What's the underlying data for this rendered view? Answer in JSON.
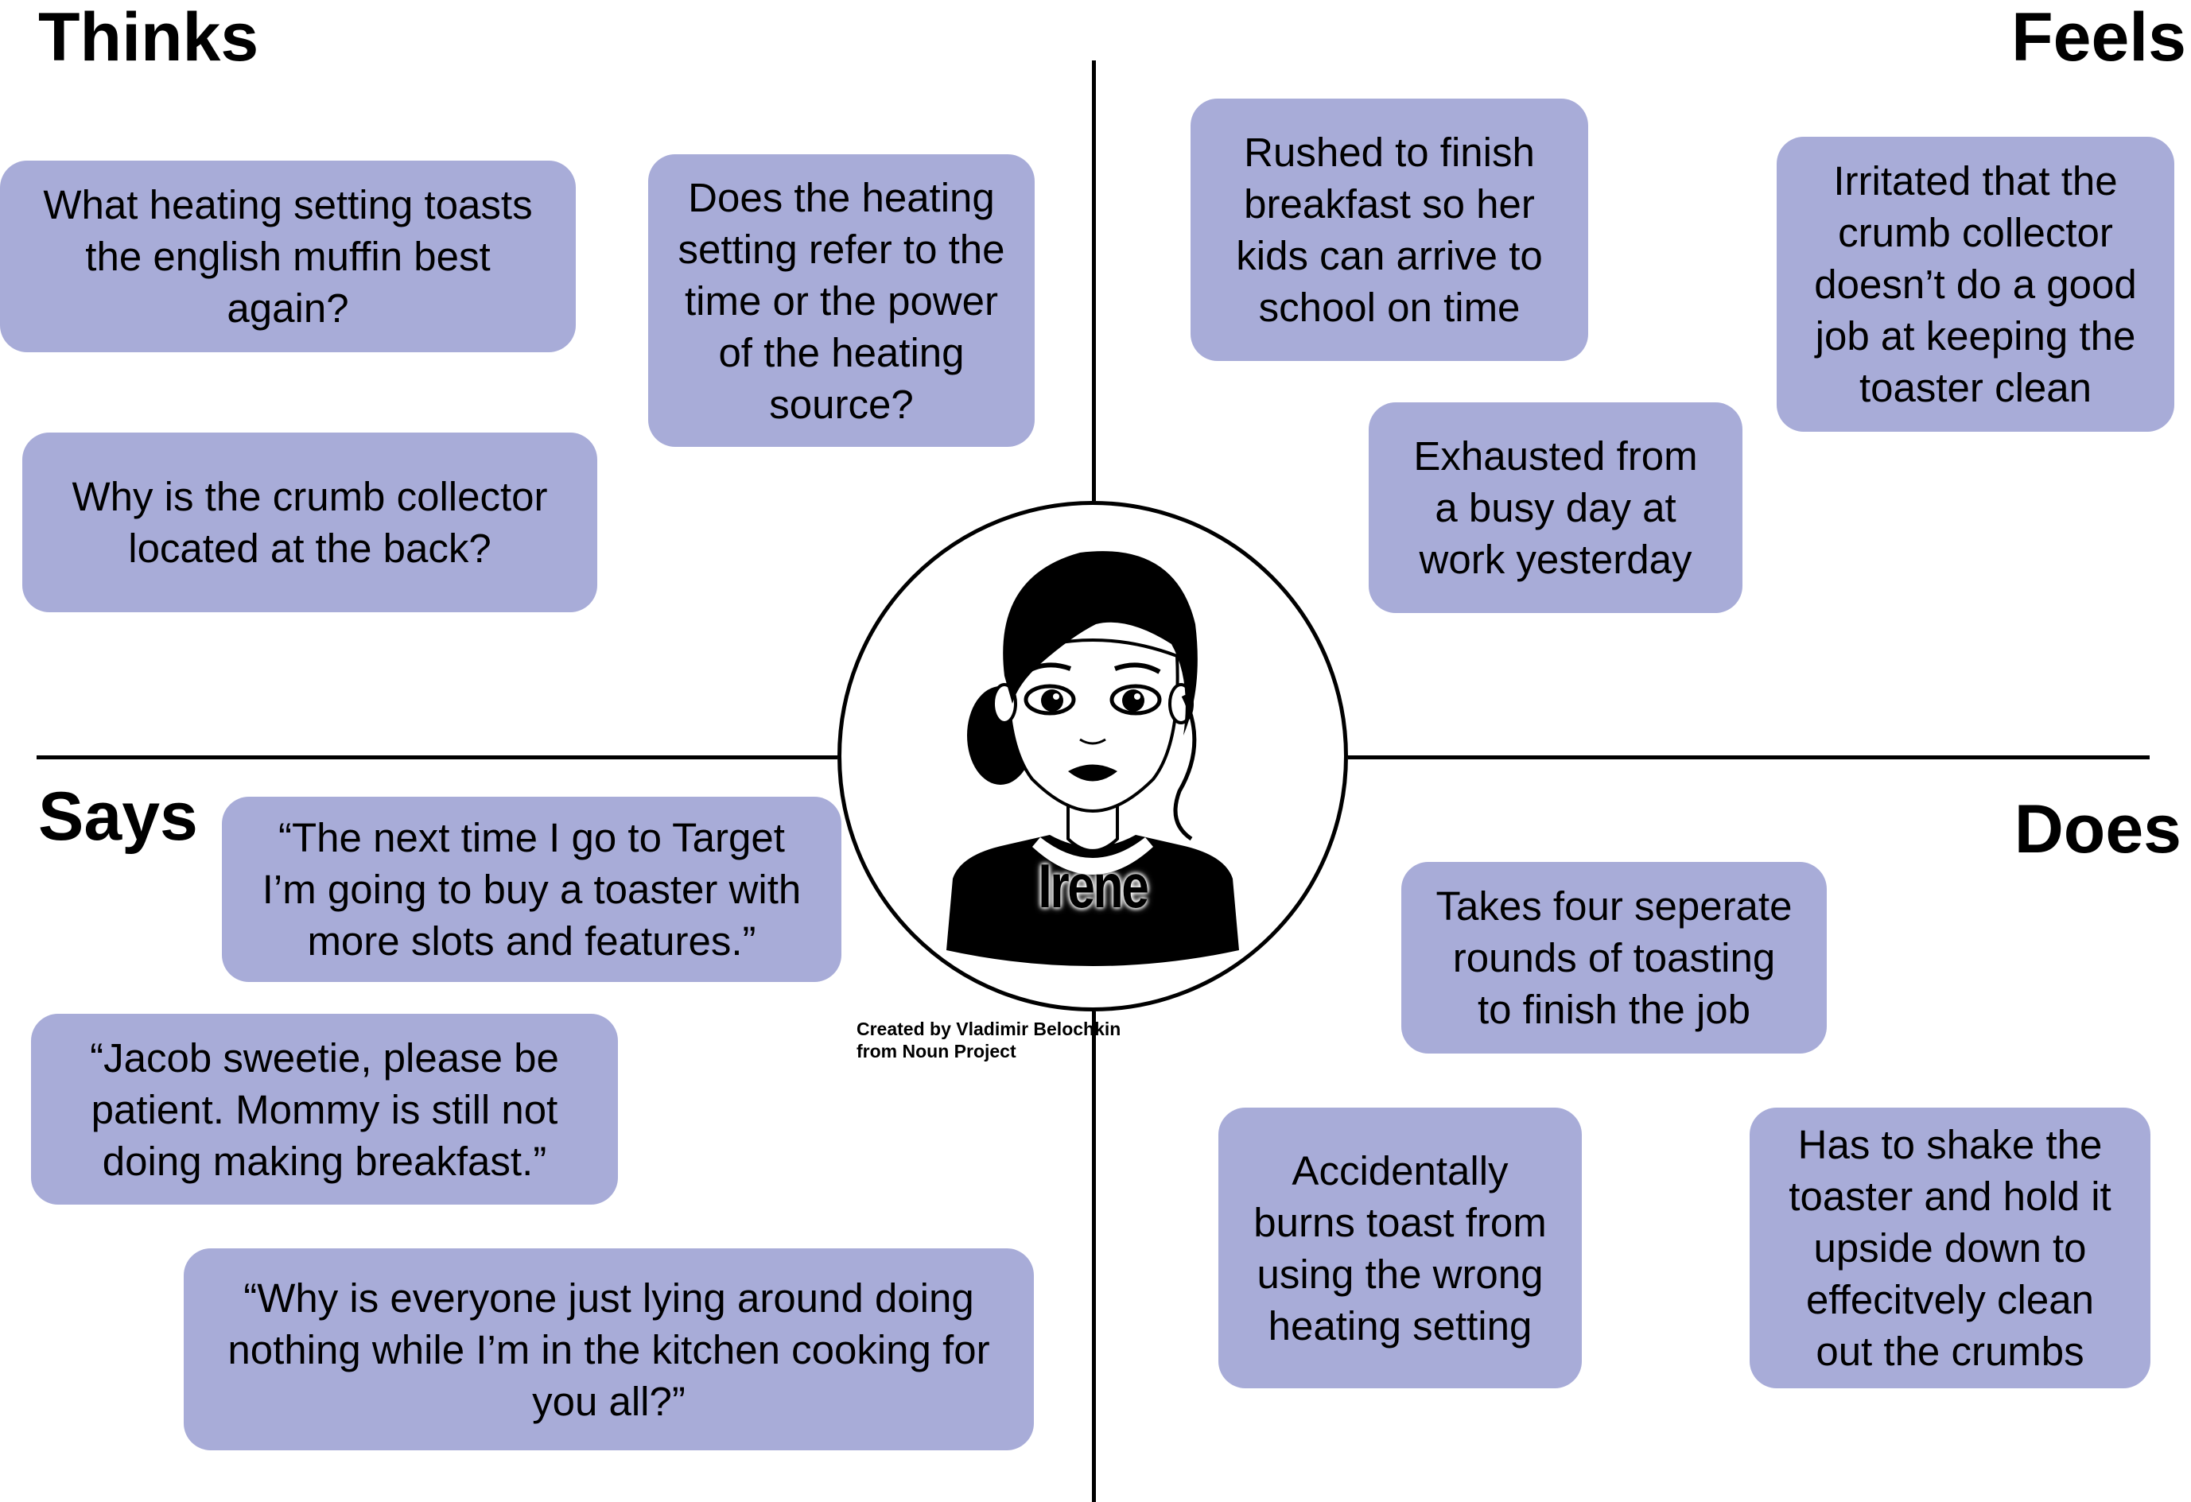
{
  "quadrants": {
    "thinks": {
      "title": "Thinks",
      "notes": [
        {
          "lines": [
            "What heating setting toasts",
            "the english muffin best",
            "again?"
          ]
        },
        {
          "lines": [
            "Does the heating",
            "setting refer to the",
            "time or the power",
            "of the heating",
            "source?"
          ]
        },
        {
          "lines": [
            "Why is the crumb collector",
            "located at the back?"
          ]
        }
      ]
    },
    "feels": {
      "title": "Feels",
      "notes": [
        {
          "lines": [
            "Rushed to finish",
            "breakfast so her",
            "kids can arrive to",
            "school on time"
          ]
        },
        {
          "lines": [
            "Irritated that the",
            "crumb collector",
            "doesn’t do a good",
            "job at keeping the",
            "toaster clean"
          ]
        },
        {
          "lines": [
            "Exhausted from",
            "a busy day at",
            "work yesterday"
          ]
        }
      ]
    },
    "says": {
      "title": "Says",
      "notes": [
        {
          "lines": [
            "“The next time I go to Target",
            "I’m going to buy a toaster with",
            "more slots and features.”"
          ]
        },
        {
          "lines": [
            "“Jacob sweetie, please be",
            "patient. Mommy is still not",
            "doing making breakfast.”"
          ]
        },
        {
          "lines": [
            "“Why is everyone just lying around doing",
            "nothing while I’m in the kitchen cooking for",
            "you all?”"
          ]
        }
      ]
    },
    "does": {
      "title": "Does",
      "notes": [
        {
          "lines": [
            "Takes four seperate",
            "rounds of toasting",
            "to finish the job"
          ]
        },
        {
          "lines": [
            "Accidentally",
            "burns toast from",
            "using the wrong",
            "heating setting"
          ]
        },
        {
          "lines": [
            "Has to shake the",
            "toaster and hold it",
            "upside down to",
            "effecitvely clean",
            "out the crumbs"
          ]
        }
      ]
    }
  },
  "persona": {
    "name": "Irene",
    "credit_line1": "Created by Vladimir Belochkin",
    "credit_line2": "from Noun Project"
  },
  "colors": {
    "note_fill": "#a8acd8",
    "line": "#000000",
    "background": "#ffffff"
  }
}
